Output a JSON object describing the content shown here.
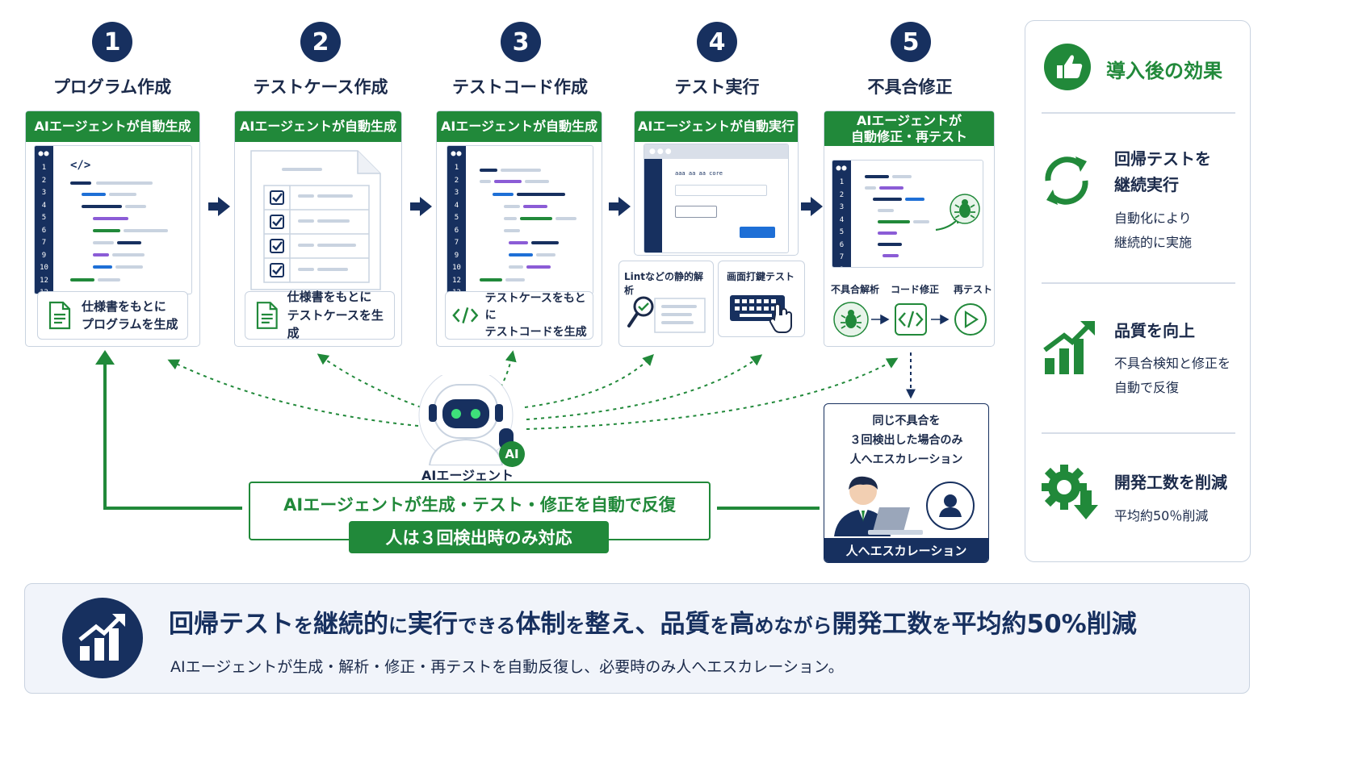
{
  "steps": [
    {
      "number": "1",
      "title": "プログラム作成",
      "header": "AIエージェントが自動生成",
      "note_line1": "仕様書をもとに",
      "note_line2": "プログラムを生成"
    },
    {
      "number": "2",
      "title": "テストケース作成",
      "header": "AIエージェントが自動生成",
      "note_line1": "仕様書をもとに",
      "note_line2": "テストケースを生成"
    },
    {
      "number": "3",
      "title": "テストコード作成",
      "header": "AIエージェントが自動生成",
      "note_line1": "テストケースをもとに",
      "note_line2": "テストコードを生成"
    },
    {
      "number": "4",
      "title": "テスト実行",
      "header": "AIエージェントが自動実行",
      "sub1_label": "Lintなどの静的解析",
      "sub2_label": "画面打鍵テスト"
    },
    {
      "number": "5",
      "title": "不具合修正",
      "header_line1": "AIエージェントが",
      "header_line2": "自動修正・再テスト",
      "sub_labels": [
        "不具合解析",
        "コード修正",
        "再テスト"
      ]
    }
  ],
  "code_icon": "</>",
  "line_numbers": [
    "1",
    "2",
    "3",
    "4",
    "5",
    "6",
    "7",
    "9",
    "10",
    "12",
    "12"
  ],
  "line_numbers_short": [
    "1",
    "2",
    "3",
    "4",
    "5",
    "6",
    "7",
    "9",
    "10"
  ],
  "screen_text": "ааа аа аа сore",
  "agent": {
    "label": "AIエージェント",
    "badge": "AI"
  },
  "loop": {
    "main": "AIエージェントが生成・テスト・修正を自動で反復",
    "sub": "人は３回検出時のみ対応"
  },
  "escalation": {
    "line1": "同じ不具合を",
    "line2": "３回検出した場合のみ",
    "line3": "人へエスカレーション",
    "footer": "人へエスカレーション"
  },
  "effects": {
    "title": "導入後の効果",
    "items": [
      {
        "title_line1": "回帰テストを",
        "title_line2": "継続実行",
        "desc_line1": "自動化により",
        "desc_line2": "継続的に実施"
      },
      {
        "title_line1": "品質を向上",
        "desc_line1": "不具合検知と修正を",
        "desc_line2": "自動で反復"
      },
      {
        "title_line1": "開発工数を削減",
        "desc_line1": "平均約50％削減"
      }
    ]
  },
  "summary": {
    "segments": [
      {
        "text": "回帰テスト",
        "style": "big"
      },
      {
        "text": "を",
        "style": "small"
      },
      {
        "text": "継続的",
        "style": "big"
      },
      {
        "text": "に",
        "style": "small"
      },
      {
        "text": "実行",
        "style": "big"
      },
      {
        "text": "できる",
        "style": "small"
      },
      {
        "text": "体制",
        "style": "big"
      },
      {
        "text": "を",
        "style": "small"
      },
      {
        "text": "整え、品質",
        "style": "big"
      },
      {
        "text": "を",
        "style": "small"
      },
      {
        "text": "高",
        "style": "big"
      },
      {
        "text": "めながら",
        "style": "small"
      },
      {
        "text": "開発工数",
        "style": "big"
      },
      {
        "text": "を",
        "style": "small"
      },
      {
        "text": "平均約50%削減",
        "style": "big"
      }
    ],
    "sub": "AIエージェントが生成・解析・修正・再テストを自動反復し、必要時のみ人へエスカレーション。"
  },
  "colors": {
    "navy": "#17305f",
    "green": "#21893a",
    "blue": "#1e6fd6",
    "purple": "#8b5cd6",
    "border": "#c9d3e0"
  }
}
